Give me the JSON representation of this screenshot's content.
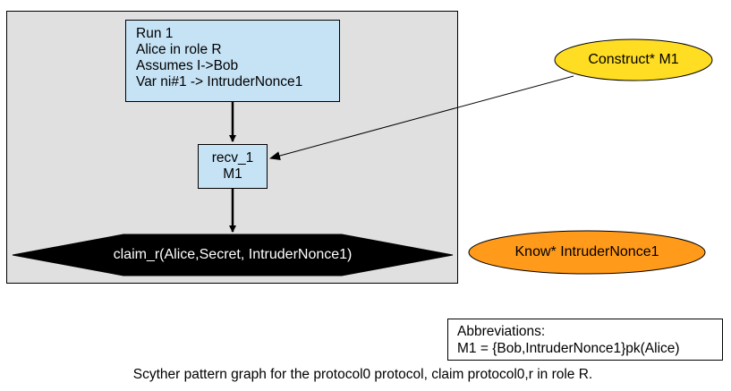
{
  "run": {
    "lines": [
      "Run 1",
      "Alice in role R",
      "Assumes I->Bob",
      "Var ni#1 -> IntruderNonce1"
    ]
  },
  "recv": {
    "lines": [
      "recv_1",
      "M1"
    ]
  },
  "claim": {
    "label": "claim_r(Alice,Secret, IntruderNonce1)"
  },
  "construct": {
    "label": "Construct* M1",
    "color": "#ffdd22"
  },
  "know": {
    "label": "Know* IntruderNonce1",
    "color": "#ff9a1a"
  },
  "abbreviations": {
    "title": "Abbreviations:",
    "entry": "M1 = {Bob,IntruderNonce1}pk(Alice)"
  },
  "caption": "Scyther pattern graph for the protocol0 protocol, claim protocol0,r in role R.",
  "colors": {
    "cluster_fill": "#e0e0e0",
    "event_fill": "#c6e2f5",
    "claim_fill": "#000000"
  }
}
